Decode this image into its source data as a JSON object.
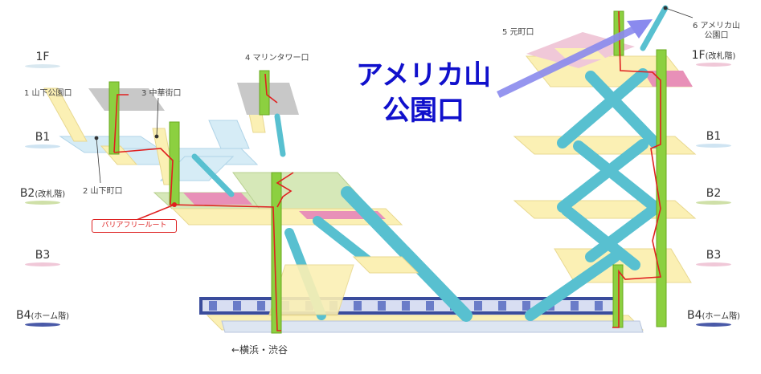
{
  "levels_left": [
    {
      "main": "1F",
      "sub": "",
      "color": "#d9e8f0"
    },
    {
      "main": "B1",
      "sub": "",
      "color": "#cfe4f2"
    },
    {
      "main": "B2",
      "sub": "(改札階)",
      "color": "#cfe0a8"
    },
    {
      "main": "B3",
      "sub": "",
      "color": "#f0c8d8"
    },
    {
      "main": "B4",
      "sub": "(ホーム階)",
      "color": "#4a5aa8"
    }
  ],
  "levels_right": [
    {
      "main": "1F",
      "sub": "(改札階)",
      "color": "#f0c8d8"
    },
    {
      "main": "B1",
      "sub": "",
      "color": "#cfe4f2"
    },
    {
      "main": "B2",
      "sub": "",
      "color": "#cfe0a8"
    },
    {
      "main": "B3",
      "sub": "",
      "color": "#f0c8d8"
    },
    {
      "main": "B4",
      "sub": "(ホーム階)",
      "color": "#4a5aa8"
    }
  ],
  "exits": {
    "yamashita_koen": "1 山下公園口",
    "chukagai": "3 中華街口",
    "marine_tower": "4 マリンタワー口",
    "yamashita_cho": "2 山下町口",
    "motomachi": "5 元町口",
    "america_yama_line1": "6 アメリカ山",
    "america_yama_line2": "公園口"
  },
  "highlight": {
    "line1": "アメリカ山",
    "line2": "公園口"
  },
  "barrier_free_route": "バリアフリールート",
  "direction": "←横浜・渋谷",
  "colors": {
    "platform_yellow": "#fbf0b4",
    "gate_pink": "#e890b8",
    "concourse_green": "#d6e8b8",
    "corridor_blue": "#d6ecf6",
    "escalator_teal": "#58c0d0",
    "elevator_green": "#8cd040",
    "route_red": "#e02020",
    "train_blue": "#3a4c9c",
    "highlight_blue": "#1010cc",
    "arrow_violet": "#8a8aee"
  }
}
